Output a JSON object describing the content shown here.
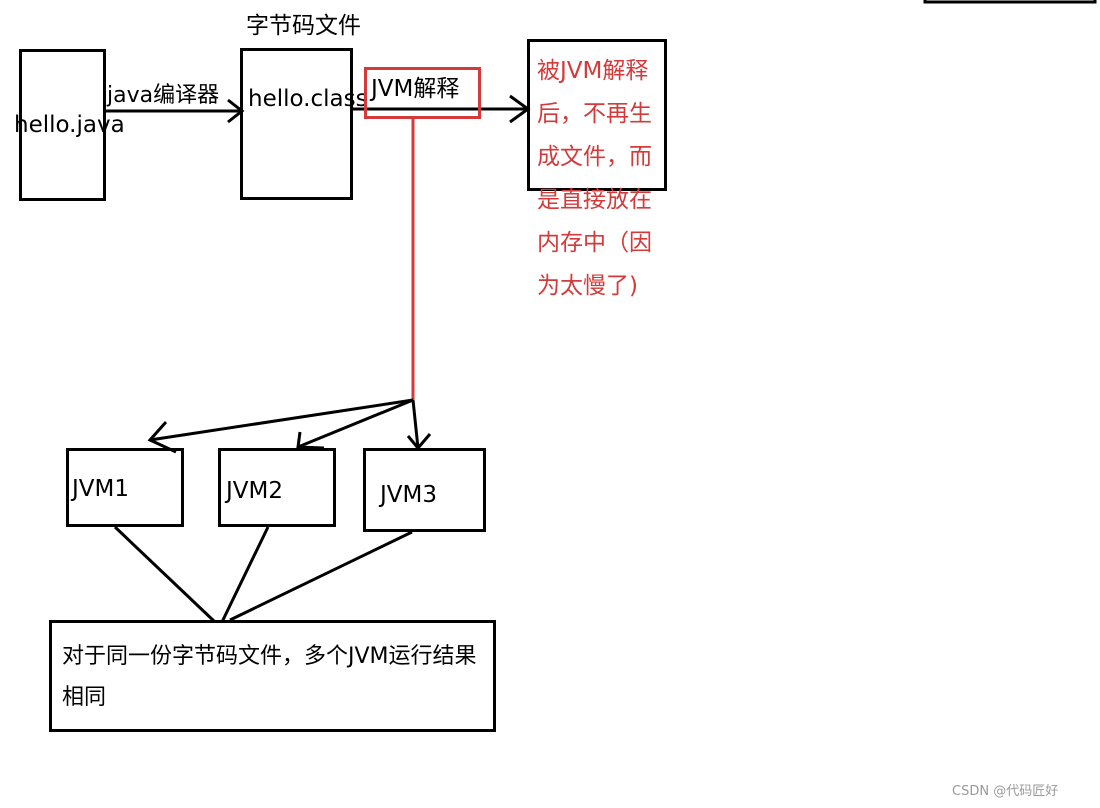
{
  "labels": {
    "bytecode_file": "字节码文件",
    "hello_java": "hello.java",
    "java_compiler": "java编译器",
    "hello_class": "hello.class",
    "jvm_interpret": "JVM解释",
    "red_note_lines": [
      "被JVM解释",
      "后，不再生",
      "成文件，而",
      "是直接放在",
      "内存中（因",
      "为太慢了)"
    ],
    "jvm1": "JVM1",
    "jvm2": "JVM2",
    "jvm3": "JVM3",
    "conclusion": "对于同一份字节码文件，多个JVM运行结果相同",
    "watermark": "CSDN @代码匠好"
  },
  "colors": {
    "red": "#d43a3a",
    "black": "#000000"
  }
}
